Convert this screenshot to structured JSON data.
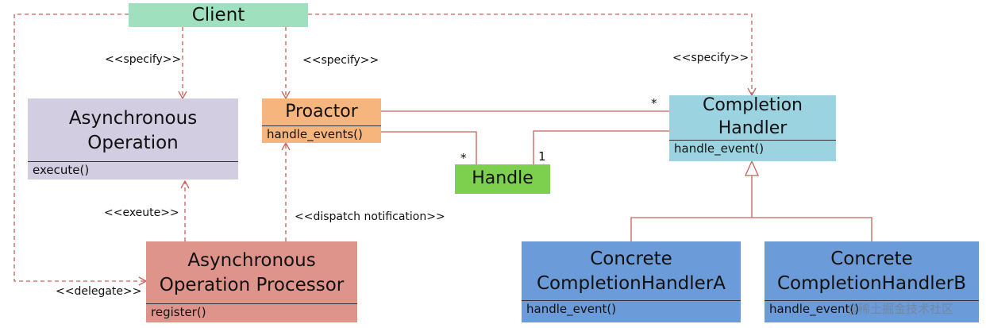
{
  "client": {
    "title": "Client"
  },
  "asyncOperation": {
    "title_line1": "Asynchronous",
    "title_line2": "Operation",
    "operation": "execute()"
  },
  "proactor": {
    "title": "Proactor",
    "operation": "handle_events()"
  },
  "handle": {
    "title": "Handle"
  },
  "completionHandler": {
    "title_line1": "Completion",
    "title_line2": "Handler",
    "operation": "handle_event()"
  },
  "asyncProcessor": {
    "title_line1": "Asynchronous",
    "title_line2": "Operation Processor",
    "operation": "register()"
  },
  "concreteA": {
    "title_line1": "Concrete",
    "title_line2": "CompletionHandlerA",
    "operation": "handle_event()"
  },
  "concreteB": {
    "title_line1": "Concrete",
    "title_line2": "CompletionHandlerB",
    "operation": "handle_event()"
  },
  "labels": {
    "specify": "<<specify>>",
    "exeute": "<<exeute>>",
    "dispatch": "<<dispatch notification>>",
    "delegate": "<<delegate>>"
  },
  "multiplicity": {
    "many": "*",
    "one": "1"
  },
  "watermark": "@稀土掘金技术社区",
  "colors": {
    "client": "#9fe0bf",
    "asyncOperation": "#d3cde1",
    "proactor": "#f7b57e",
    "handle": "#7dcf4e",
    "completionHandler": "#9bd3e1",
    "asyncProcessor": "#de938b",
    "concrete": "#6b9bd8",
    "connector": "#c7625a"
  }
}
